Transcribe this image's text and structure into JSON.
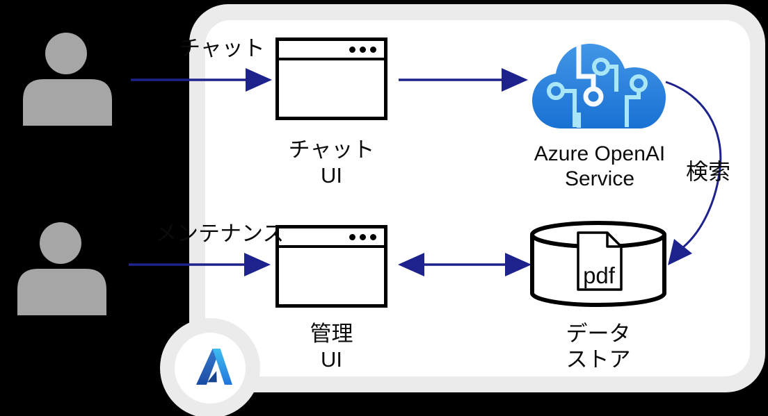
{
  "colors": {
    "background": "#000000",
    "panel_border": "#EBEBEB",
    "panel_fill": "#FFFFFF",
    "outline": "#000000",
    "text": "#0B0B0B",
    "arrow": "#1E228C",
    "user_icon": "#A6A6A6",
    "cloud_gradient_top": "#4296E6",
    "cloud_gradient_bottom": "#1971D3",
    "circuit_cyan": "#A9E7F8",
    "circuit_white": "#F7FAFF",
    "azure_logo_left_top": "#3579CF",
    "azure_logo_left_bottom": "#1B4DA3",
    "azure_logo_fold": "#16448F",
    "azure_logo_right_top": "#3FBDF0",
    "azure_logo_right_bottom": "#2175DB"
  },
  "actors": {
    "top_user": {
      "icon": "person-silhouette"
    },
    "bottom_user": {
      "icon": "person-silhouette"
    }
  },
  "nodes": {
    "chat_ui": {
      "icon": "browser-window",
      "label_line1": "チャット",
      "label_line2": "UI"
    },
    "azure_openai": {
      "icon": "azure-ai-cloud",
      "label_line1": "Azure OpenAI",
      "label_line2": "Service"
    },
    "admin_ui": {
      "icon": "browser-window",
      "label_line1": "管理",
      "label_line2": "UI"
    },
    "data_store": {
      "icon": "database-cylinder",
      "label_line1": "データ",
      "label_line2": "ストア",
      "document_label": "pdf"
    }
  },
  "edges": {
    "user_to_chat_ui": {
      "label": "チャット"
    },
    "user_to_admin_ui": {
      "label": "メンテナンス"
    },
    "azure_openai_to_data_store": {
      "label": "検索"
    }
  },
  "badge": {
    "icon": "azure-logo"
  }
}
